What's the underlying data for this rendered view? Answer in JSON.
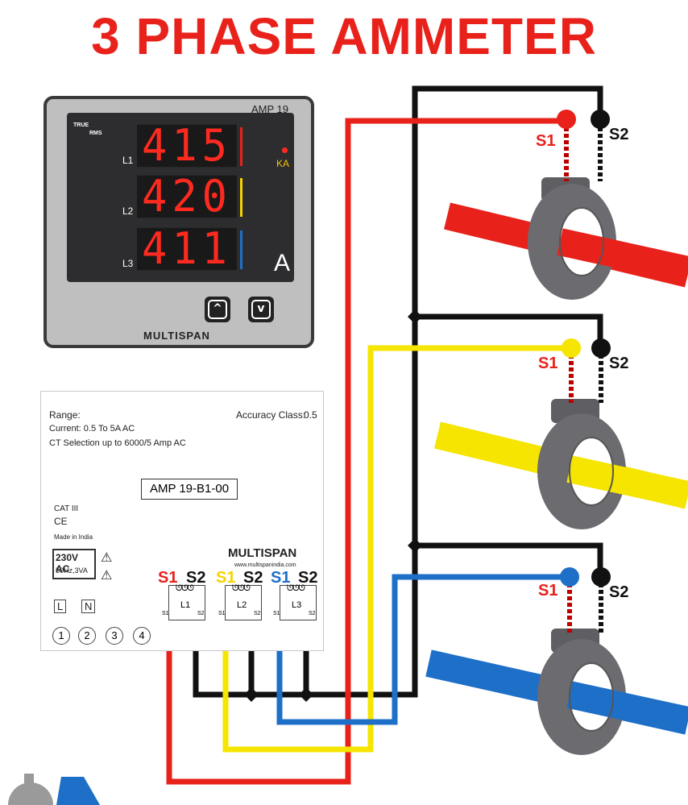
{
  "title": "3 PHASE AMMETER",
  "meter": {
    "model": "AMP 19",
    "trms_top": "TRUE",
    "trms_bottom": "RMS",
    "rows": [
      {
        "line": "L1",
        "value": "415",
        "bar_color": "#e8221b"
      },
      {
        "line": "L2",
        "value": "420",
        "bar_color": "#f5d400"
      },
      {
        "line": "L3",
        "value": "411",
        "bar_color": "#1e6fc8"
      }
    ],
    "ka_label": "KA",
    "amp_symbol": "A",
    "buttons": {
      "up": "^",
      "down": "v"
    },
    "brand": "MULTISPAN"
  },
  "back_label": {
    "range": "Range:",
    "current": "Current: 0.5 To 5A AC",
    "ct": "CT Selection up to 6000/5 Amp AC",
    "accuracy_label": "Accuracy Class:",
    "accuracy_value": "0.5",
    "model_code": "AMP 19-B1-00",
    "cat": "CAT III",
    "ce": "CE",
    "made_in": "Made in India",
    "supply_top": "230V AC",
    "supply_bottom": "50Hz,3VA",
    "brand": "MULTISPAN",
    "website": "www.multispanindia.com",
    "l_term": "L",
    "n_term": "N",
    "terminals": [
      "1",
      "2",
      "3",
      "4"
    ],
    "coils": [
      "L1",
      "L2",
      "L3"
    ],
    "coil_pins": [
      "S1",
      "S2"
    ],
    "top_tags": [
      {
        "s1": "S1",
        "s2": "S2",
        "color": "#e8221b"
      },
      {
        "s1": "S1",
        "s2": "S2",
        "color": "#f5d400"
      },
      {
        "s1": "S1",
        "s2": "S2",
        "color": "#1e6fc8"
      }
    ]
  },
  "ct_labels": [
    {
      "s1": "S1",
      "s2": "S2",
      "color": "#e8221b"
    },
    {
      "s1": "S1",
      "s2": "S2",
      "color": "#e8221b"
    },
    {
      "s1": "S1",
      "s2": "S2",
      "color": "#e8221b"
    }
  ],
  "colors": {
    "red": "#e8221b",
    "yellow": "#f5e500",
    "blue": "#1e6fc8",
    "black": "#111111",
    "ct_gray": "#6b6b70"
  }
}
